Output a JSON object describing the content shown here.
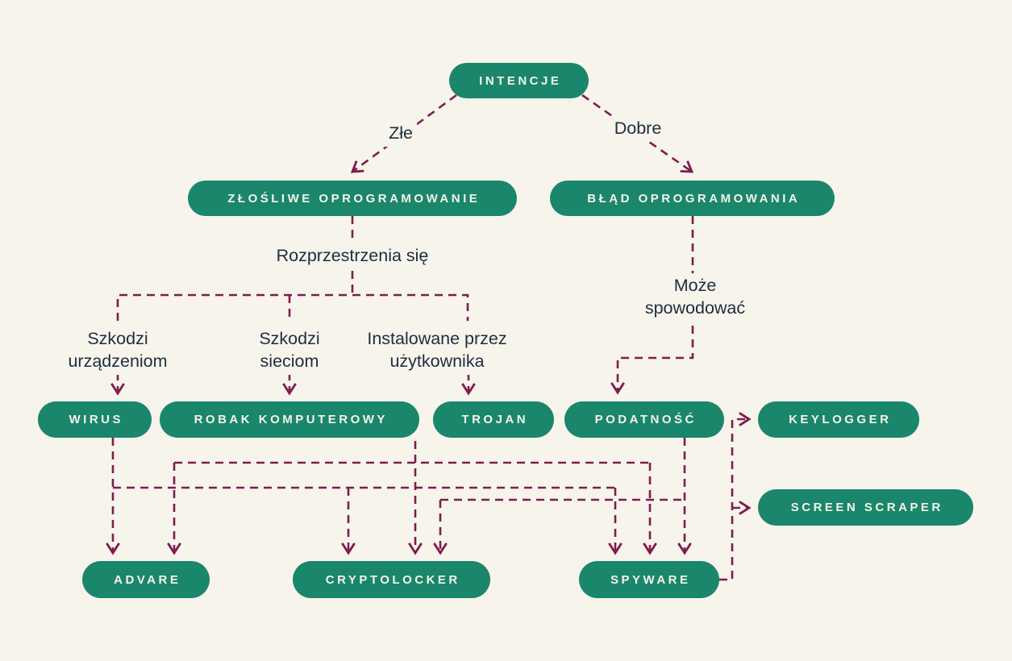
{
  "colors": {
    "bg": "#f7f4ec",
    "node_fill": "#1a866b",
    "node_text": "#f6f3ea",
    "line": "#7e1d4e",
    "text": "#1c2e3e"
  },
  "nodes": {
    "intencje": "INTENCJE",
    "zlosliwe_oprogramowanie": "ZŁOŚLIWE OPROGRAMOWANIE",
    "blad_oprogramowania": "BŁĄD OPROGRAMOWANIA",
    "wirus": "WIRUS",
    "robak_komputerowy": "ROBAK KOMPUTEROWY",
    "trojan": "TROJAN",
    "podatnosc": "PODATNOŚĆ",
    "keylogger": "KEYLOGGER",
    "screen_scraper": "SCREEN SCRAPER",
    "advare": "ADVARE",
    "cryptolocker": "CRYPTOLOCKER",
    "spyware": "SPYWARE"
  },
  "edge_labels": {
    "zle": "Złe",
    "dobre": "Dobre",
    "rozprzestrzenia_sie": "Rozprzestrzenia się",
    "moze_spowodowac": "Może spowodować",
    "szkodzi_urzadzeniom": "Szkodzi urządzeniom",
    "szkodzi_sieciom": "Szkodzi sieciom",
    "instalowane_przez_uzytkownika": "Instalowane przez użytkownika"
  },
  "connections": [
    {
      "from": "intencje",
      "to": "zlosliwe_oprogramowanie",
      "label": "Złe"
    },
    {
      "from": "intencje",
      "to": "blad_oprogramowania",
      "label": "Dobre"
    },
    {
      "from": "zlosliwe_oprogramowanie",
      "to": "wirus",
      "labels": [
        "Rozprzestrzenia się",
        "Szkodzi urządzeniom"
      ]
    },
    {
      "from": "zlosliwe_oprogramowanie",
      "to": "robak_komputerowy",
      "labels": [
        "Rozprzestrzenia się",
        "Szkodzi sieciom"
      ]
    },
    {
      "from": "zlosliwe_oprogramowanie",
      "to": "trojan",
      "labels": [
        "Rozprzestrzenia się",
        "Instalowane przez użytkownika"
      ]
    },
    {
      "from": "blad_oprogramowania",
      "to": "podatnosc",
      "label": "Może spowodować"
    },
    {
      "from": "wirus",
      "to": "advare"
    },
    {
      "from": "wirus",
      "to": "cryptolocker"
    },
    {
      "from": "wirus",
      "to": "spyware"
    },
    {
      "from": "robak_komputerowy",
      "to": "advare"
    },
    {
      "from": "robak_komputerowy",
      "to": "cryptolocker"
    },
    {
      "from": "robak_komputerowy",
      "to": "spyware"
    },
    {
      "from": "podatnosc",
      "to": "cryptolocker"
    },
    {
      "from": "podatnosc",
      "to": "spyware"
    },
    {
      "from": "spyware",
      "to": "keylogger"
    },
    {
      "from": "spyware",
      "to": "screen_scraper"
    }
  ]
}
